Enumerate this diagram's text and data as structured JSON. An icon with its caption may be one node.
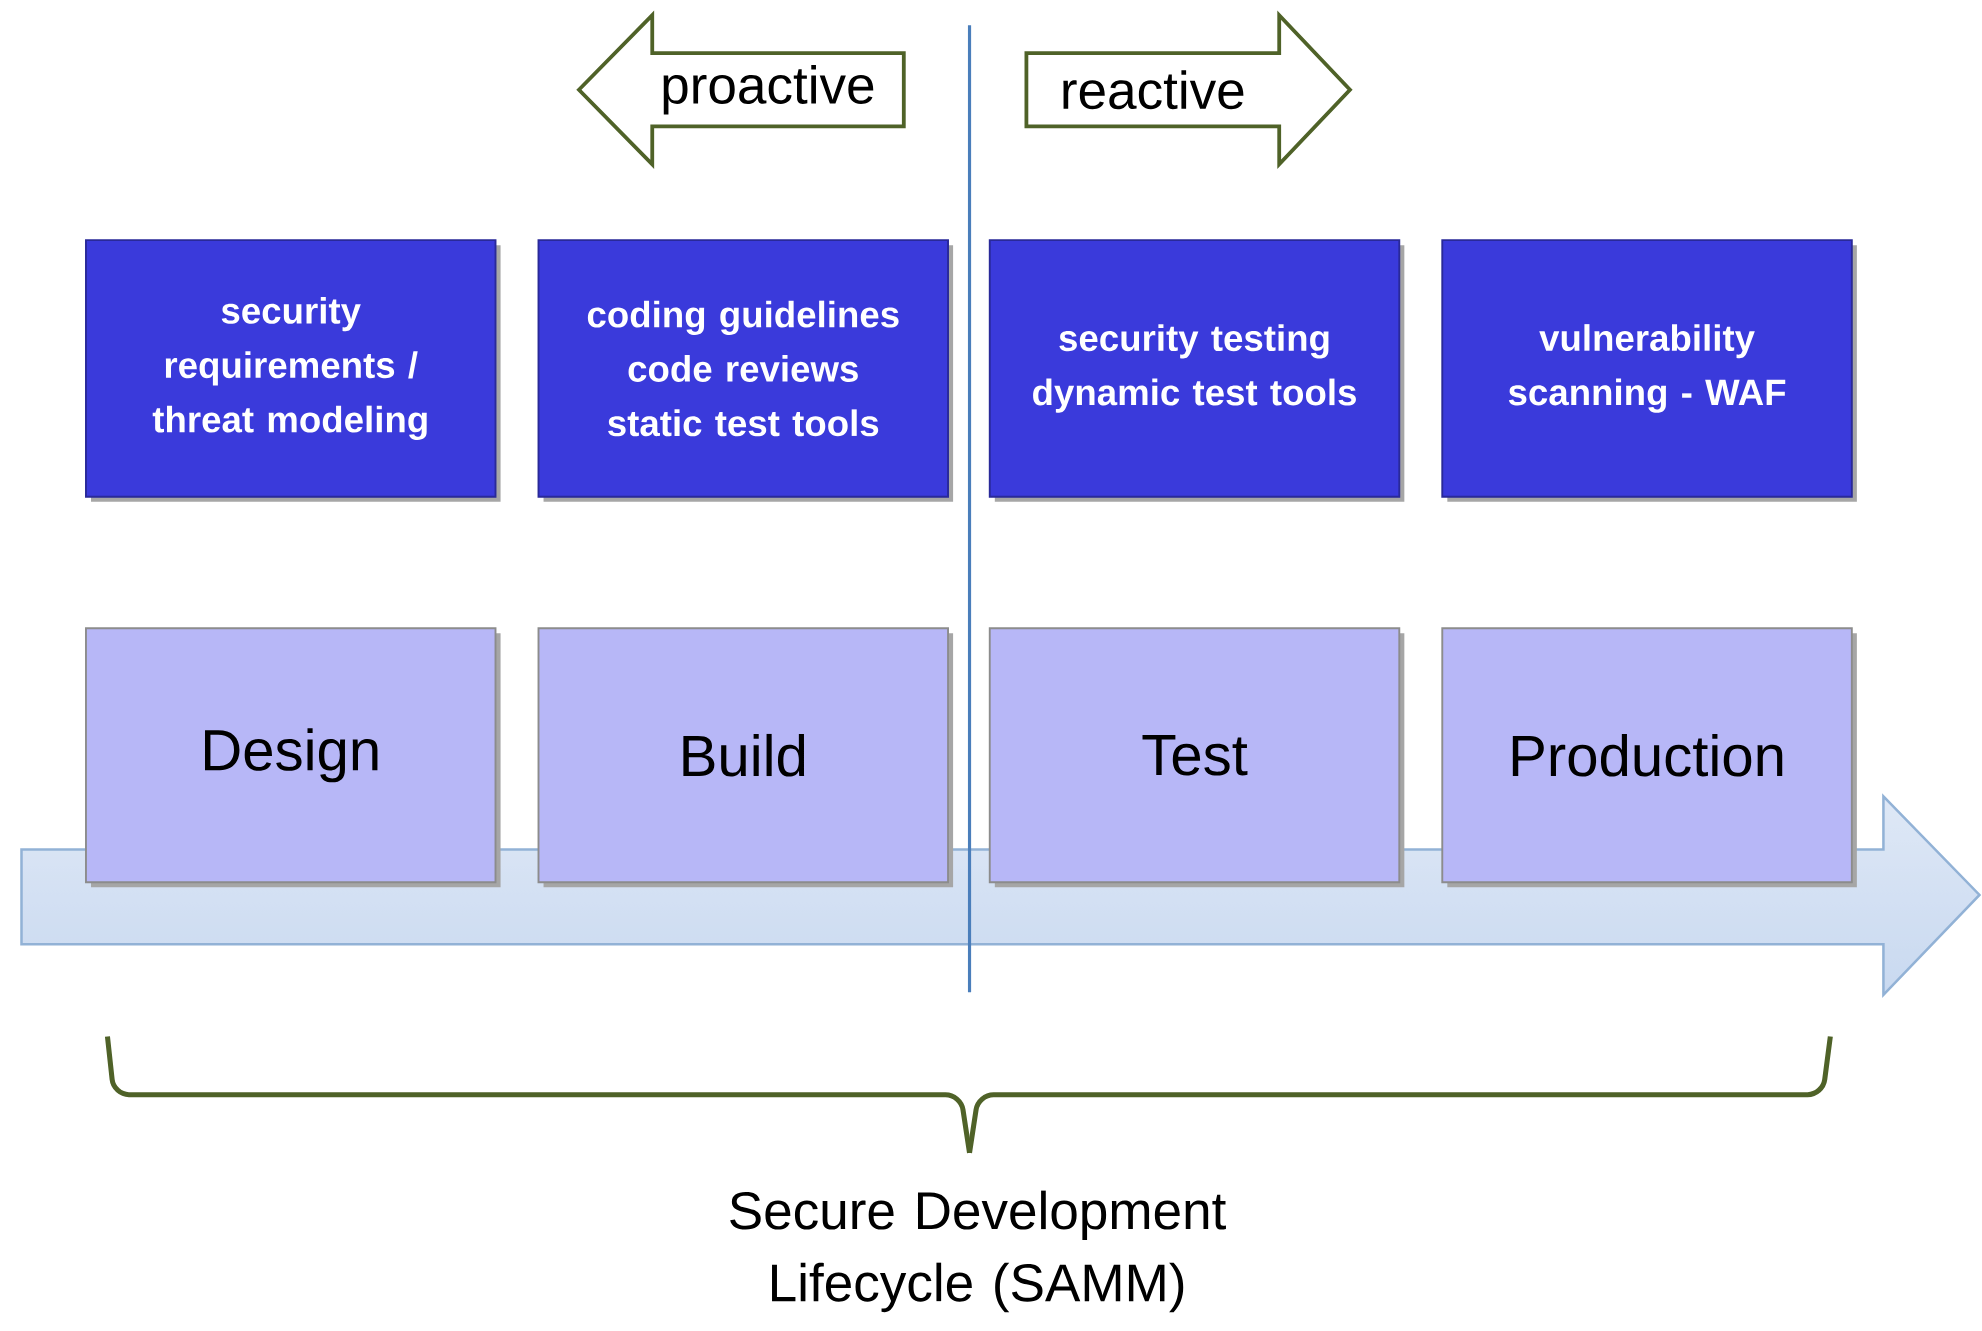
{
  "diagram": {
    "caption": "Secure Development Lifecycle (SAMM)",
    "nodes": [
      {
        "text": [
          "proactive"
        ]
      },
      {
        "text": [
          "reactive"
        ]
      },
      {
        "text": [
          "security requirements / threat modeling"
        ]
      },
      {
        "text": [
          "coding guidelines code reviews static test tools"
        ]
      },
      {
        "text": [
          "security testing dynamic test tools"
        ]
      },
      {
        "text": [
          "vulnerability scanning - WAF"
        ]
      },
      {
        "text": [
          "Design"
        ]
      },
      {
        "text": [
          "Build"
        ]
      },
      {
        "text": [
          "Test"
        ]
      },
      {
        "text": [
          "Production"
        ]
      }
    ]
  }
}
